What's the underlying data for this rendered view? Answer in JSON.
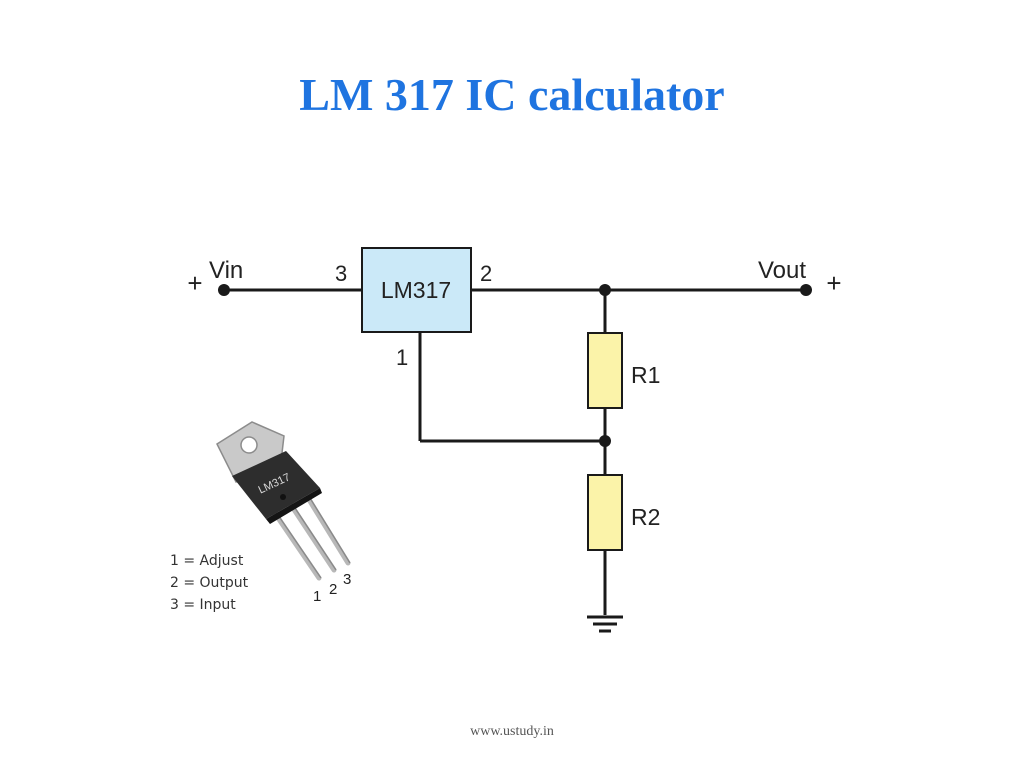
{
  "title": "LM 317 IC calculator",
  "footer": "www.ustudy.in",
  "circuit": {
    "vin_label": "Vin",
    "vout_label": "Vout",
    "plus_sign": "+",
    "ic_label": "LM317",
    "pin_input": "3",
    "pin_output": "2",
    "pin_adjust": "1",
    "r1_label": "R1",
    "r2_label": "R2"
  },
  "package": {
    "marking": "LM317",
    "pin_numbers": [
      "1",
      "2",
      "3"
    ],
    "legend": [
      "1 = Adjust",
      "2 = Output",
      "3 = Input"
    ]
  },
  "colors": {
    "title": "#1f74e0",
    "ic_fill": "#cbe9f8",
    "resistor_fill": "#fbf3a9",
    "wire": "#1a1a1a"
  }
}
